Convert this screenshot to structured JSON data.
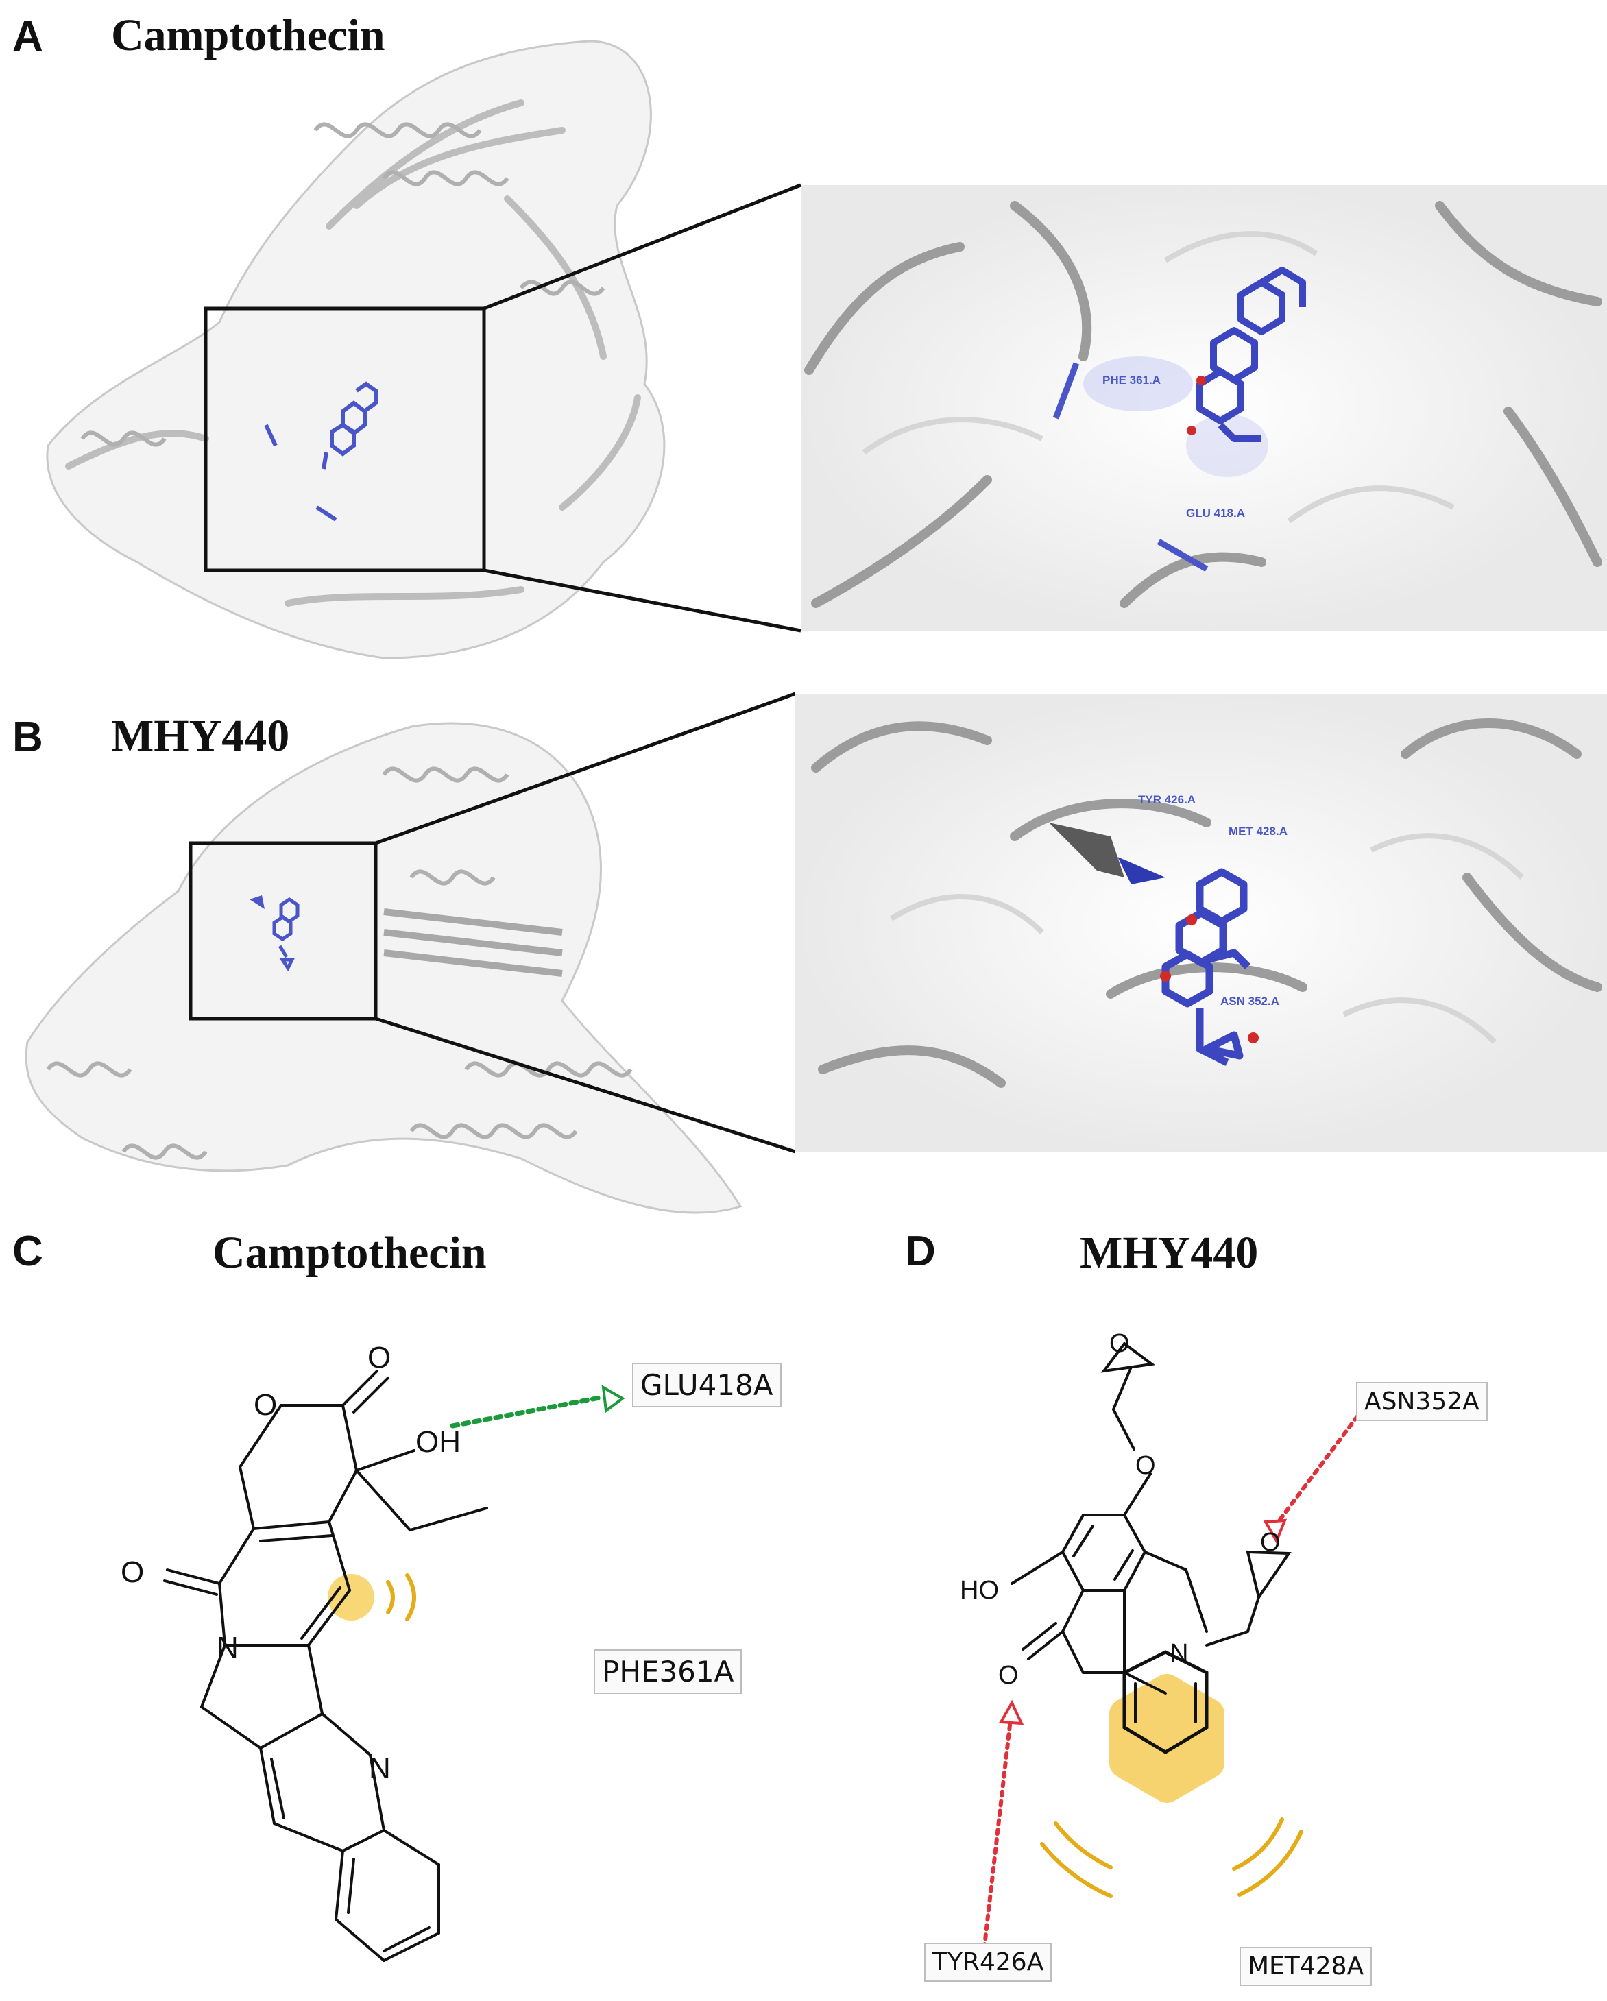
{
  "panels": {
    "a": {
      "letter": "A",
      "title": "Camptothecin",
      "residues": [
        "PHE 361.A",
        "GLU 418.A"
      ]
    },
    "b": {
      "letter": "B",
      "title": "MHY440",
      "residues": [
        "TYR 426.A",
        "MET 428.A",
        "ASN 352.A"
      ]
    },
    "c": {
      "letter": "C",
      "title": "Camptothecin",
      "residues": [
        "GLU418A",
        "PHE361A"
      ],
      "atoms": {
        "o_carbonyl_top": "O",
        "o_ring": "O",
        "oh": "OH",
        "o_left": "O",
        "n_ring": "N",
        "n_pyridine": "N"
      }
    },
    "d": {
      "letter": "D",
      "title": "MHY440",
      "residues": [
        "ASN352A",
        "TYR426A",
        "MET428A"
      ],
      "atoms": {
        "o_epox_top": "O",
        "o_ether": "O",
        "o_epox_right": "O",
        "ho": "HO",
        "n": "N",
        "o_ketone": "O"
      }
    }
  },
  "colors": {
    "ligand": "#4a55c8",
    "hbond_green": "#1a9a3a",
    "hbond_red": "#e0303a",
    "hydrophobic": "#f5c94a",
    "protein": "#c8c8c8"
  }
}
